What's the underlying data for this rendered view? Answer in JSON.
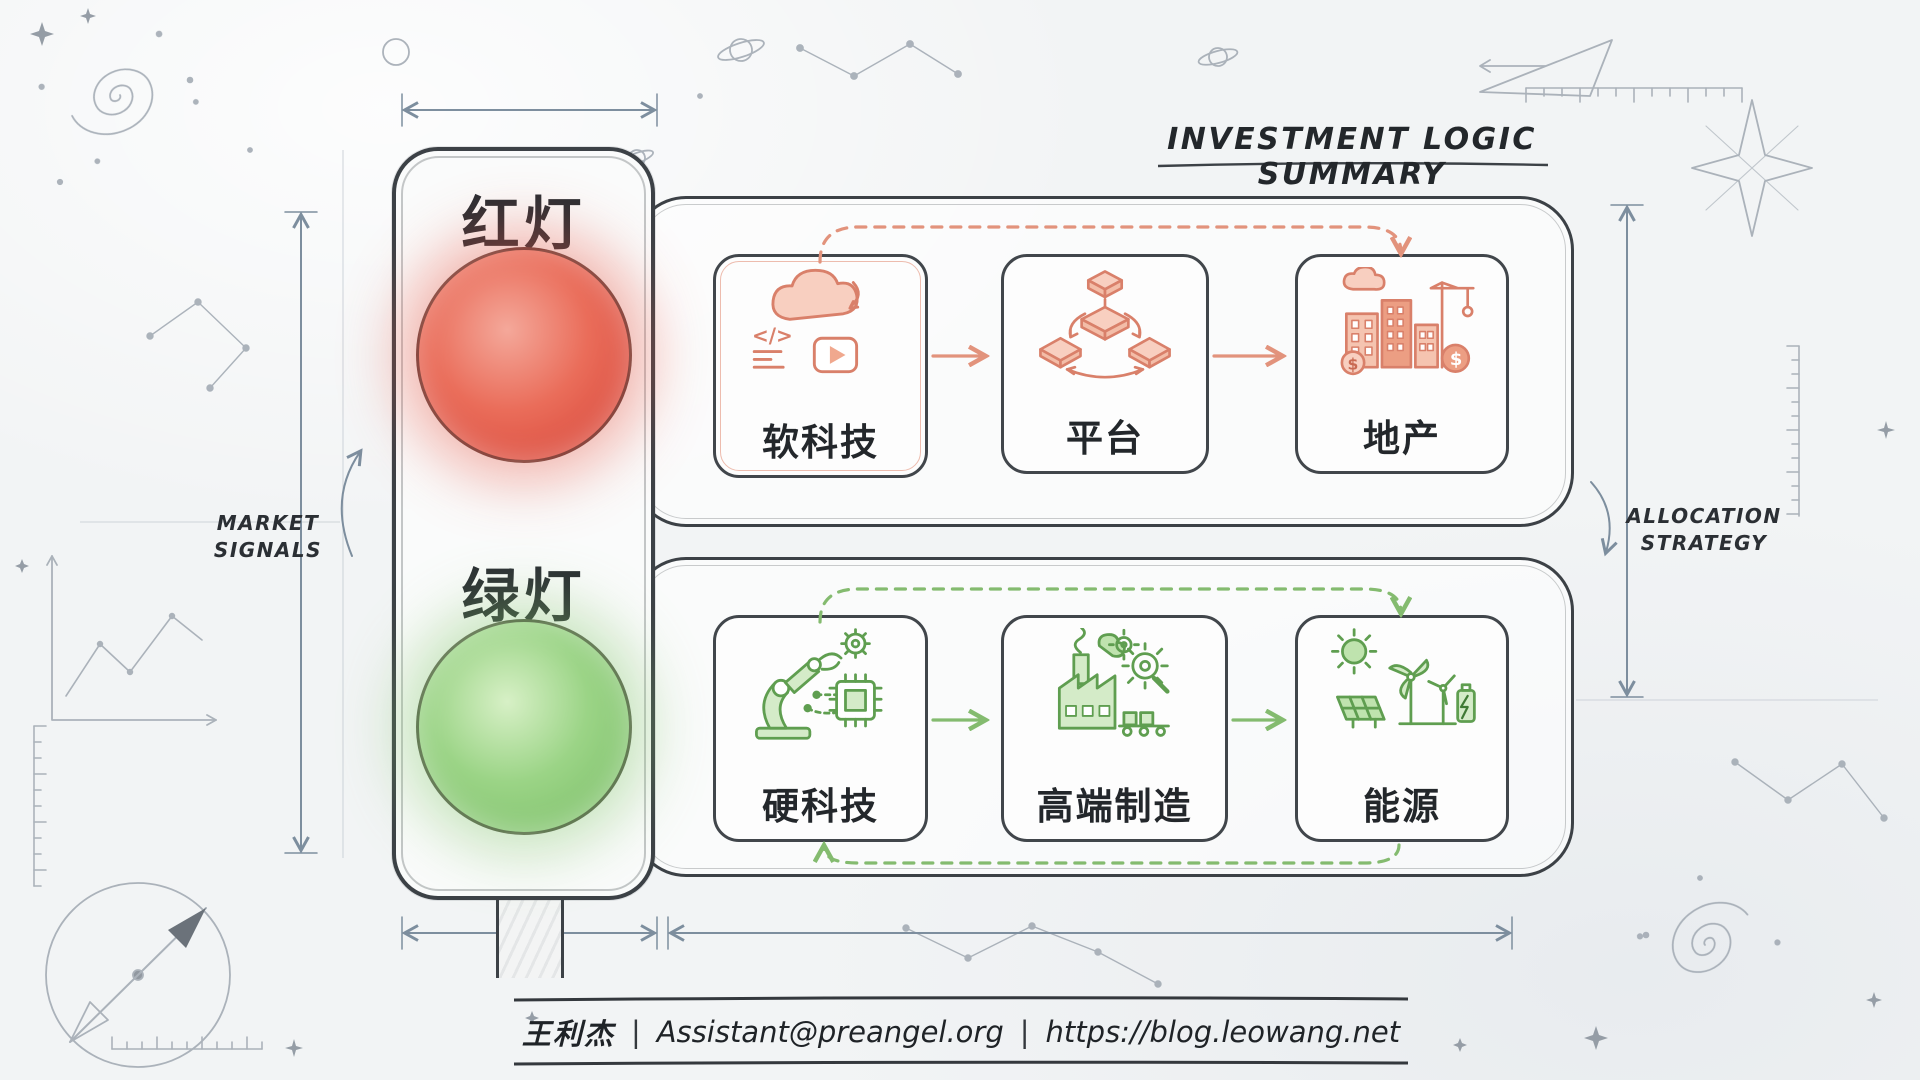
{
  "title": "INVESTMENT LOGIC SUMMARY",
  "side_labels": {
    "market_line1": "MARKET",
    "market_line2": "SIGNALS",
    "allocation_line1": "ALLOCATION",
    "allocation_line2": "STRATEGY"
  },
  "traffic_light": {
    "red_label": "红灯",
    "green_label": "绿灯"
  },
  "red_track": {
    "items": [
      {
        "label": "软科技",
        "icon": "cloud-software-icon"
      },
      {
        "label": "平台",
        "icon": "platform-network-icon"
      },
      {
        "label": "地产",
        "icon": "real-estate-icon"
      }
    ]
  },
  "green_track": {
    "items": [
      {
        "label": "硬科技",
        "icon": "robot-arm-chip-icon"
      },
      {
        "label": "高端制造",
        "icon": "factory-gears-icon"
      },
      {
        "label": "能源",
        "icon": "renewable-energy-icon"
      }
    ]
  },
  "footer": {
    "author": "王利杰",
    "separator": "|",
    "email": "Assistant@preangel.org",
    "url": "https://blog.leowang.net"
  },
  "colors": {
    "red_light": "#e0584a",
    "green_light": "#8cc979",
    "salmon_accent": "#e2937c",
    "green_accent": "#84bb6f",
    "ink": "#34383d",
    "dimension_gray": "#7d8e9e"
  }
}
